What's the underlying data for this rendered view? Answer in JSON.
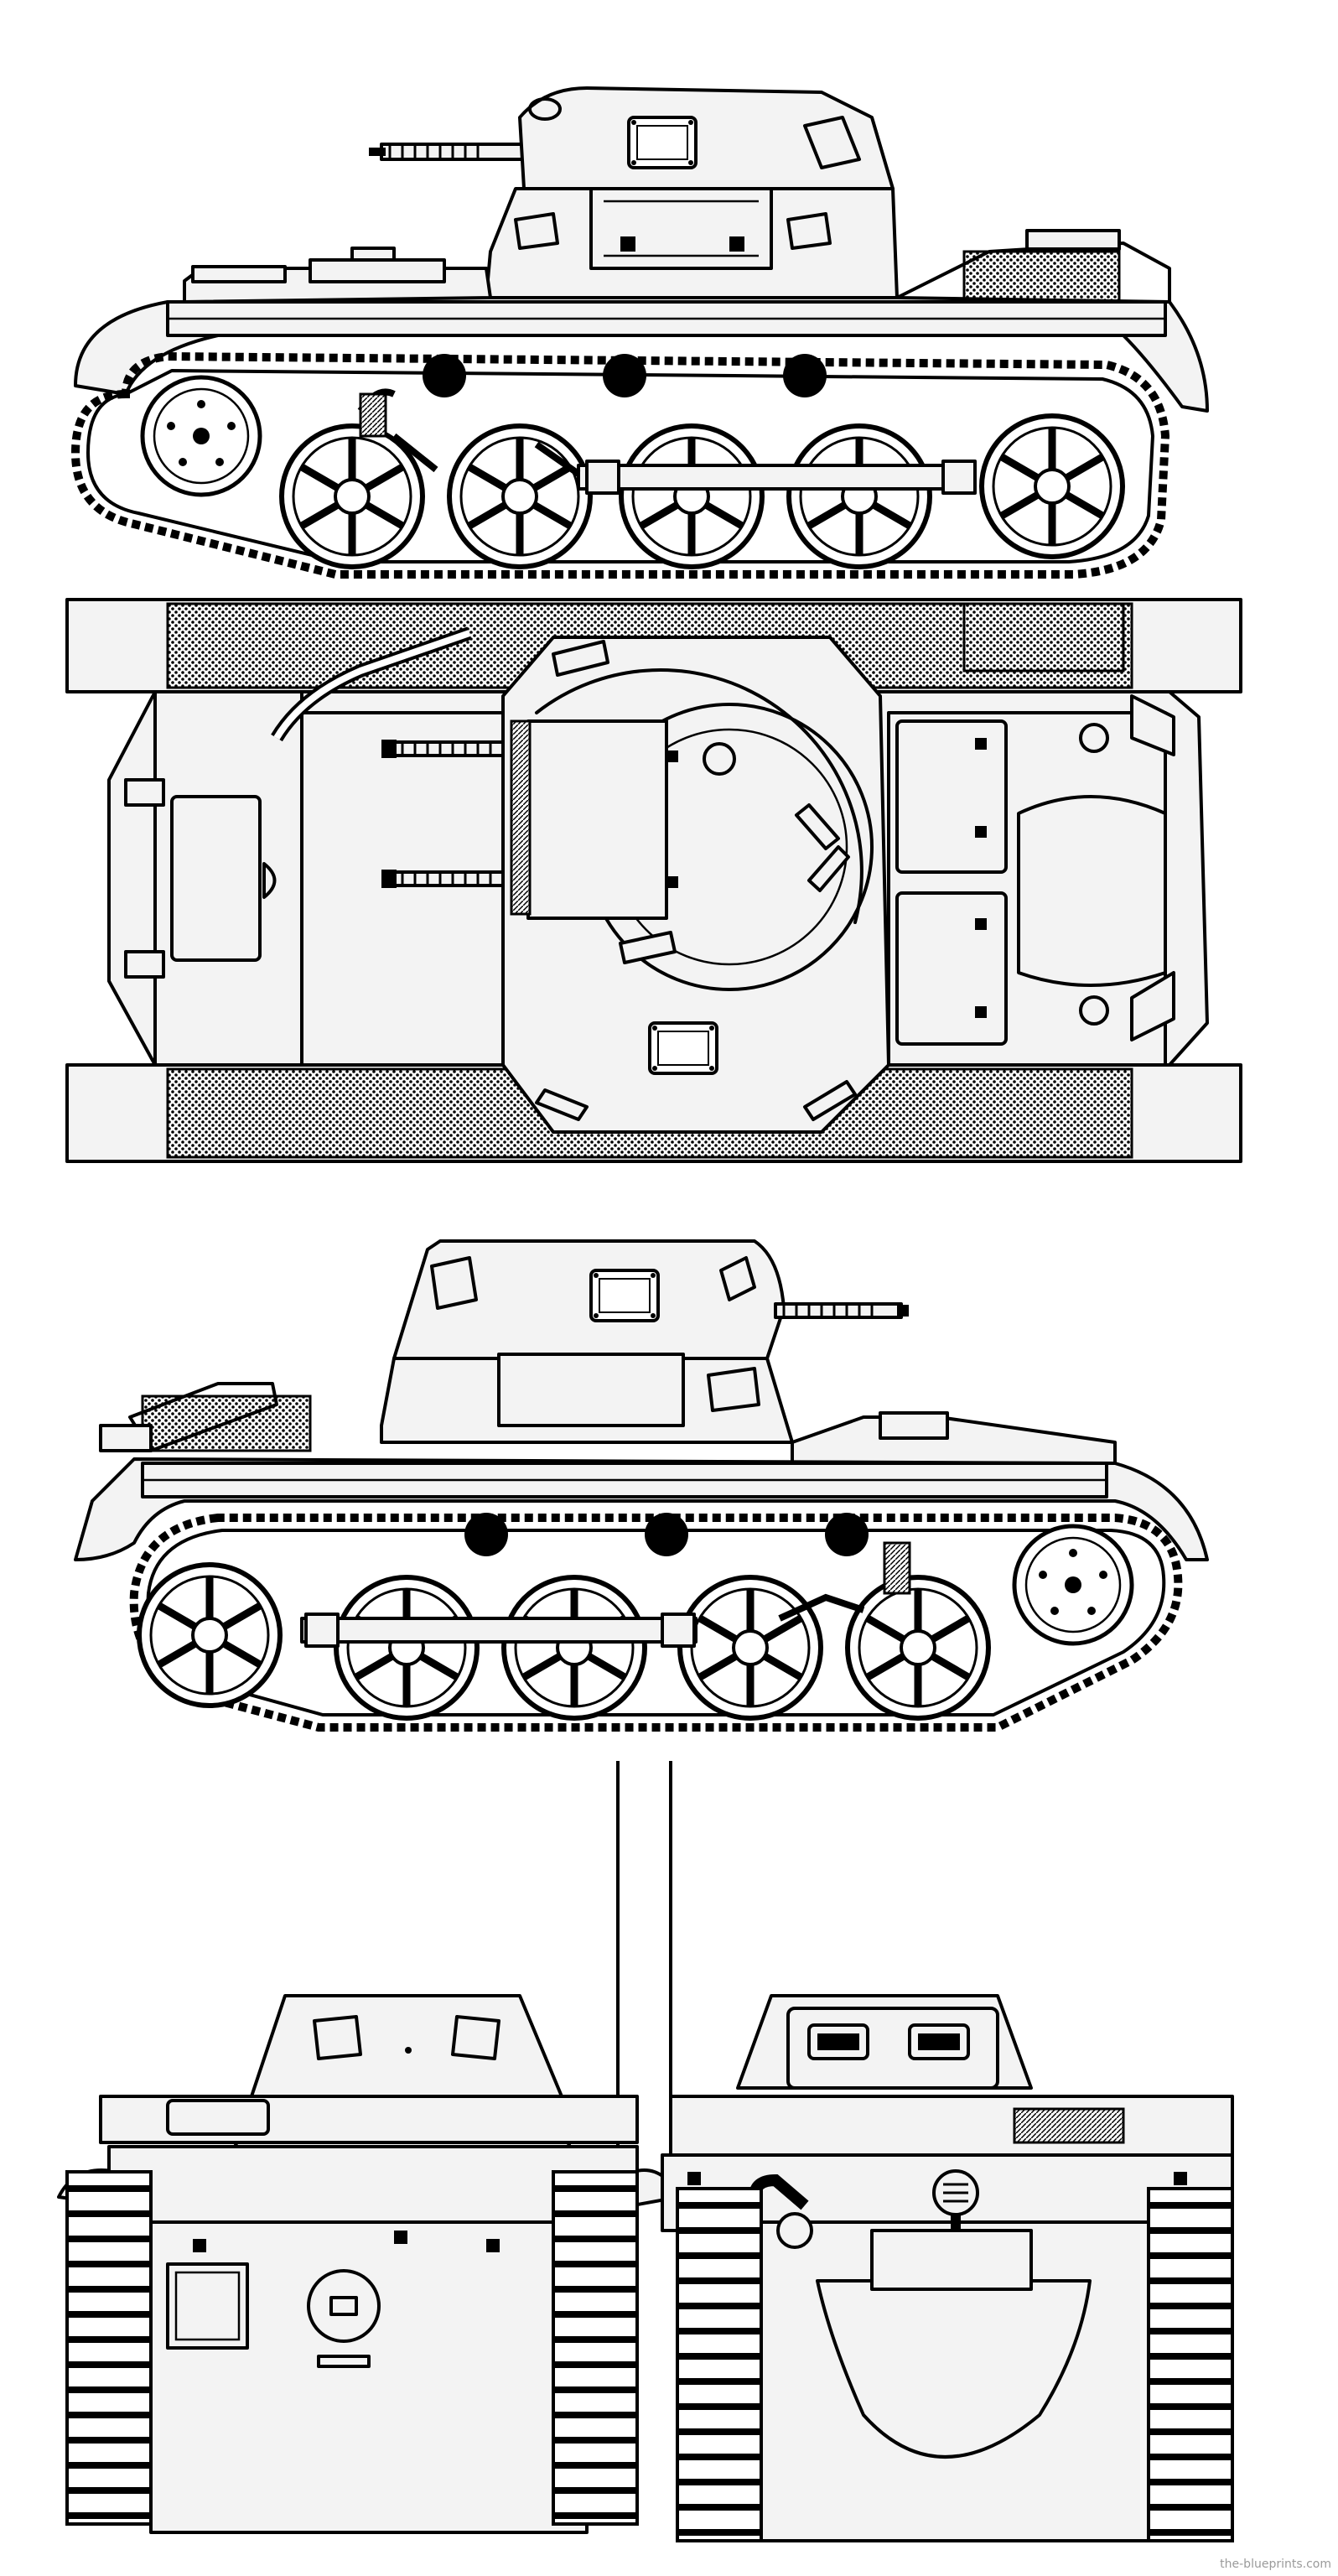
{
  "drawing": {
    "subject": "light tank blueprint",
    "views": [
      {
        "name": "left-side-view"
      },
      {
        "name": "top-view"
      },
      {
        "name": "right-side-view"
      },
      {
        "name": "front-view"
      },
      {
        "name": "rear-view"
      }
    ],
    "credit": "the-blueprints.com"
  },
  "style": {
    "ink": "#000000",
    "paper": "#ffffff",
    "shade": "#f3f3f3",
    "credit_color": "#9a9a9a"
  }
}
